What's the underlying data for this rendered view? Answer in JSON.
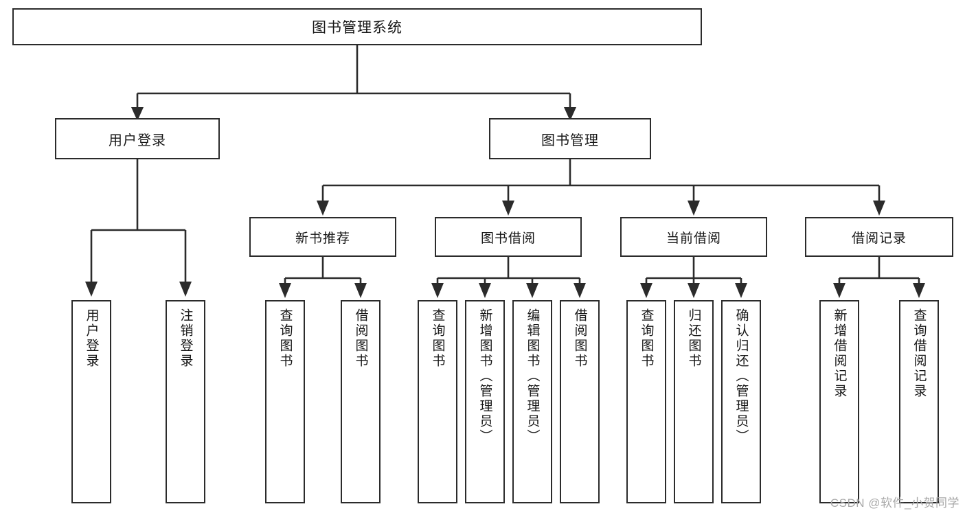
{
  "diagram": {
    "kind": "tree-hierarchy-chart",
    "title": "图书管理系统",
    "watermark": "CSDN @软件_小贺同学",
    "colors": {
      "stroke": "#2b2b2b",
      "fill": "#ffffff",
      "text": "#171717",
      "watermark": "#a8a8a8"
    }
  },
  "nodes": {
    "root": {
      "label": "图书管理系统"
    },
    "level1": [
      {
        "id": "user-login",
        "label": "用户登录"
      },
      {
        "id": "book-manage",
        "label": "图书管理"
      }
    ],
    "level2": [
      {
        "id": "new-book-recommend",
        "label": "新书推荐"
      },
      {
        "id": "book-borrow",
        "label": "图书借阅"
      },
      {
        "id": "current-borrow",
        "label": "当前借阅"
      },
      {
        "id": "borrow-record",
        "label": "借阅记录"
      }
    ],
    "leaves": {
      "user_login": [
        {
          "id": "leaf-user-login",
          "label": "用户登录"
        },
        {
          "id": "leaf-user-logout",
          "label": "注销登录"
        }
      ],
      "new_book_recommend": [
        {
          "id": "leaf-query-book-1",
          "label": "查询图书"
        },
        {
          "id": "leaf-borrow-book-1",
          "label": "借阅图书"
        }
      ],
      "book_borrow": [
        {
          "id": "leaf-query-book-2",
          "label": "查询图书"
        },
        {
          "id": "leaf-add-book",
          "label": "新增图书（管理员）"
        },
        {
          "id": "leaf-edit-book",
          "label": "编辑图书（管理员）"
        },
        {
          "id": "leaf-borrow-book-2",
          "label": "借阅图书"
        }
      ],
      "current_borrow": [
        {
          "id": "leaf-query-book-3",
          "label": "查询图书"
        },
        {
          "id": "leaf-return-book",
          "label": "归还图书"
        },
        {
          "id": "leaf-confirm-return",
          "label": "确认归还（管理员）"
        }
      ],
      "borrow_record": [
        {
          "id": "leaf-add-record",
          "label": "新增借阅记录"
        },
        {
          "id": "leaf-query-record",
          "label": "查询借阅记录"
        }
      ]
    }
  }
}
